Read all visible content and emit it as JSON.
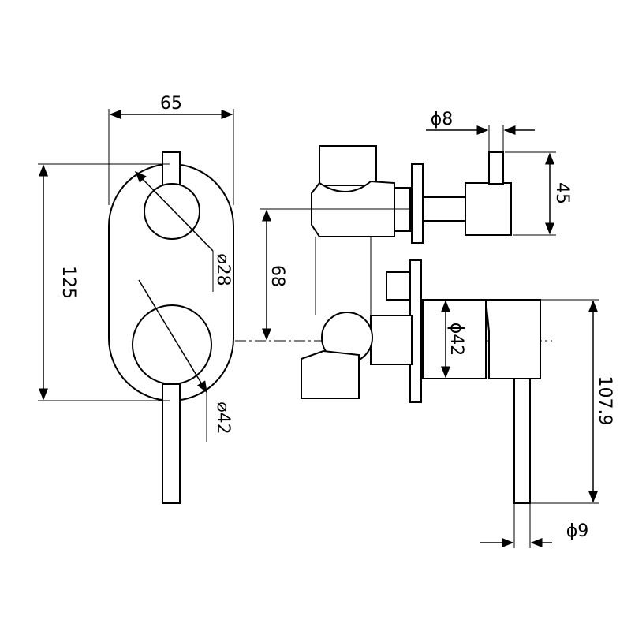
{
  "dimensions": {
    "width": "65",
    "height": "125",
    "small_knob_dia": "⌀28",
    "large_knob_dia": "⌀42",
    "center_distance": "68",
    "spindle_dia": "ϕ8",
    "spindle_height": "45",
    "handle_body_dia": "ϕ42",
    "lever_length": "107.9",
    "lever_dia": "ϕ9"
  }
}
